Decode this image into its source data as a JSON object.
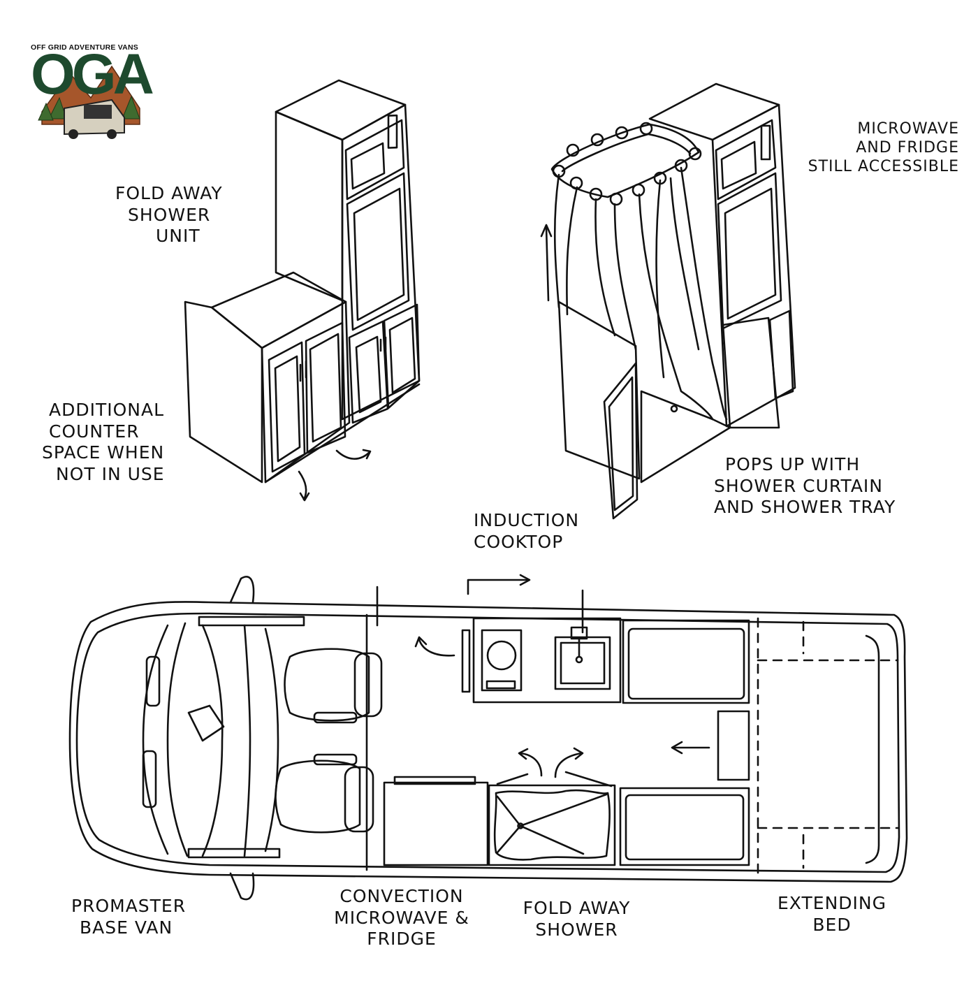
{
  "logo": {
    "tagline": "OFF GRID ADVENTURE VANS",
    "letters": "OGA",
    "color": "#1e4a2e",
    "accent": "#a6562b"
  },
  "labels": {
    "fold_away_shower_unit": [
      "FOLD AWAY",
      "SHOWER",
      "UNIT"
    ],
    "additional_counter": [
      "ADDITIONAL",
      "COUNTER",
      "SPACE WHEN",
      "NOT IN USE"
    ],
    "microwave_fridge_accessible": [
      "MICROWAVE",
      "AND FRIDGE",
      "STILL ACCESSIBLE"
    ],
    "pops_up": [
      "POPS UP WITH",
      "SHOWER CURTAIN",
      "AND SHOWER TRAY"
    ],
    "induction_cooktop": [
      "INDUCTION",
      "COOKTOP"
    ],
    "promaster_base_van": [
      "PROMASTER",
      "BASE VAN"
    ],
    "convection_microwave_fridge": [
      "CONVECTION",
      "MICROWAVE &",
      "FRIDGE"
    ],
    "fold_away_shower": [
      "FOLD AWAY",
      "SHOWER"
    ],
    "extending_bed": [
      "EXTENDING",
      "BED"
    ]
  },
  "colors": {
    "ink": "#111111",
    "paper": "#ffffff"
  }
}
